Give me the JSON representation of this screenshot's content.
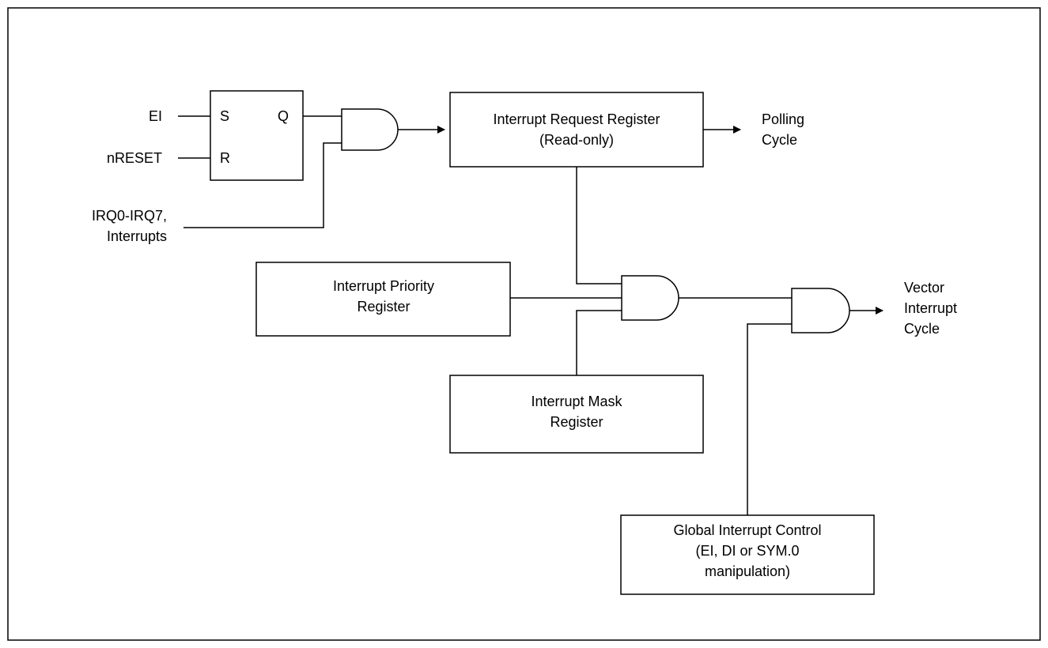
{
  "inputs": {
    "ei": "EI",
    "nreset": "nRESET",
    "irq_line1": "IRQ0-IRQ7,",
    "irq_line2": "Interrupts"
  },
  "flipflop": {
    "s": "S",
    "r": "R",
    "q": "Q"
  },
  "request_register": {
    "line1": "Interrupt Request Register",
    "line2": "(Read-only)"
  },
  "polling": {
    "line1": "Polling",
    "line2": "Cycle"
  },
  "priority_register": {
    "line1": "Interrupt Priority",
    "line2": "Register"
  },
  "mask_register": {
    "line1": "Interrupt Mask",
    "line2": "Register"
  },
  "vector": {
    "line1": "Vector",
    "line2": "Interrupt",
    "line3": "Cycle"
  },
  "global_control": {
    "line1": "Global Interrupt Control",
    "line2": "(EI, DI or SYM.0",
    "line3": "manipulation)"
  }
}
